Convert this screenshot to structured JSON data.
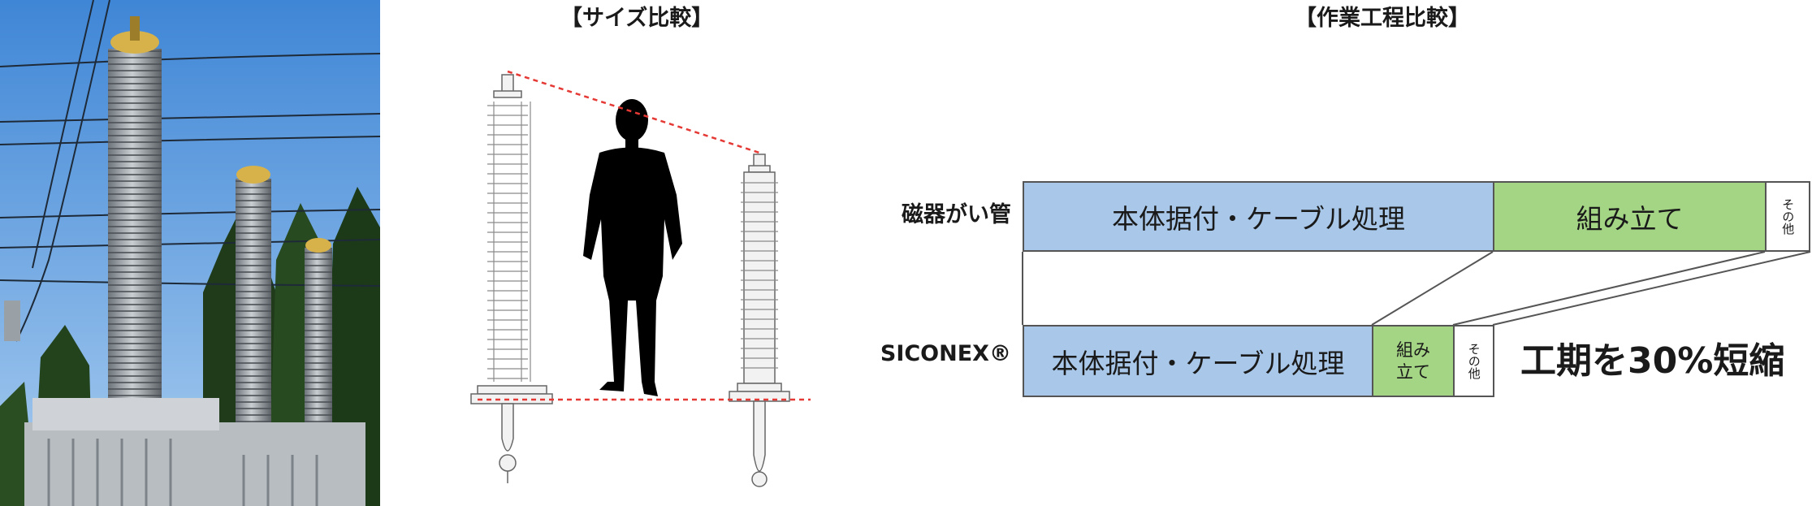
{
  "size_comparison": {
    "title": "【サイズ比較】"
  },
  "process_comparison": {
    "title": "【作業工程比較】",
    "rows": [
      {
        "label": "磁器がい管",
        "segments": [
          {
            "text": "本体据付・ケーブル処理",
            "color": "#a9c8e9"
          },
          {
            "text": "組み立て",
            "color": "#a4d584"
          },
          {
            "text": "その他",
            "color": "#ffffff"
          }
        ]
      },
      {
        "label": "SICONEX®",
        "segments": [
          {
            "text": "本体据付・ケーブル処理",
            "color": "#a9c8e9"
          },
          {
            "text_line1": "組み",
            "text_line2": "立て",
            "color": "#a4d584"
          },
          {
            "text": "その他",
            "color": "#ffffff"
          }
        ]
      }
    ],
    "result": "工期を30%短縮"
  },
  "colors": {
    "blue": "#a9c8e9",
    "green": "#a4d584",
    "reference_line": "#e53935"
  }
}
